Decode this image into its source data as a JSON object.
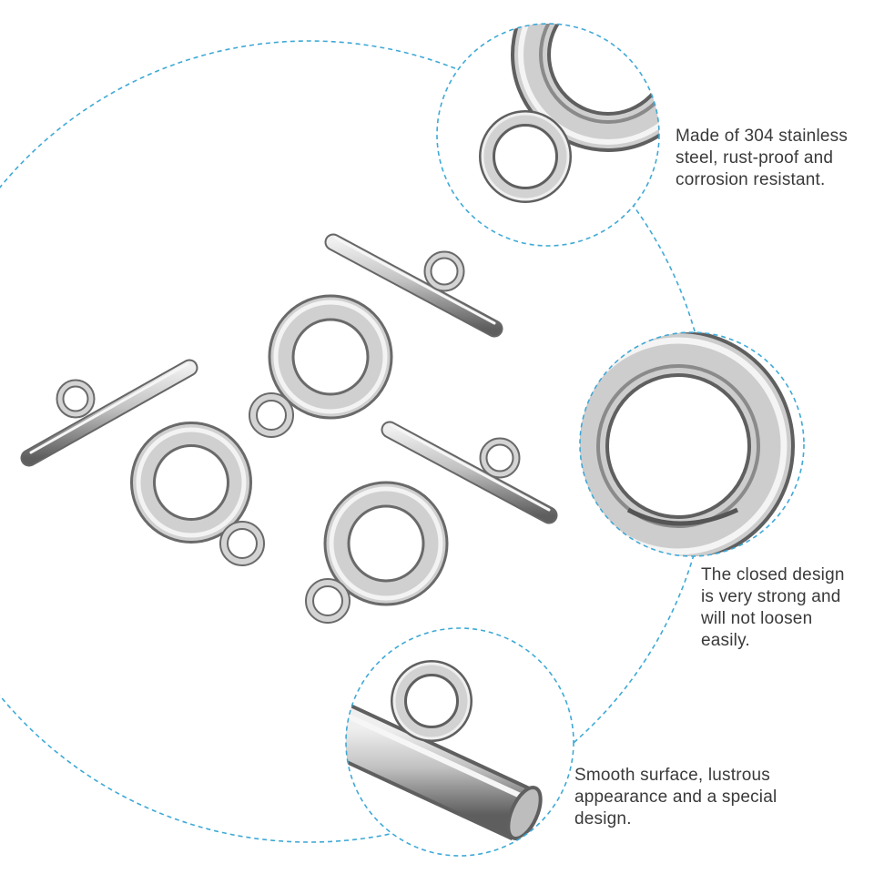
{
  "features": [
    {
      "lines": [
        "Made of 304 stainless",
        "steel, rust-proof and",
        "corrosion resistant."
      ]
    },
    {
      "lines": [
        "The closed design",
        "is very strong and",
        "will not loosen",
        "easily."
      ]
    },
    {
      "lines": [
        "Smooth surface, lustrous",
        "appearance and a special",
        "design."
      ]
    }
  ],
  "colors": {
    "accent": "#3fa9d6",
    "metal_dark": "#6b6b6b",
    "metal_light": "#e6e6e6",
    "text": "#3a3a3a"
  }
}
